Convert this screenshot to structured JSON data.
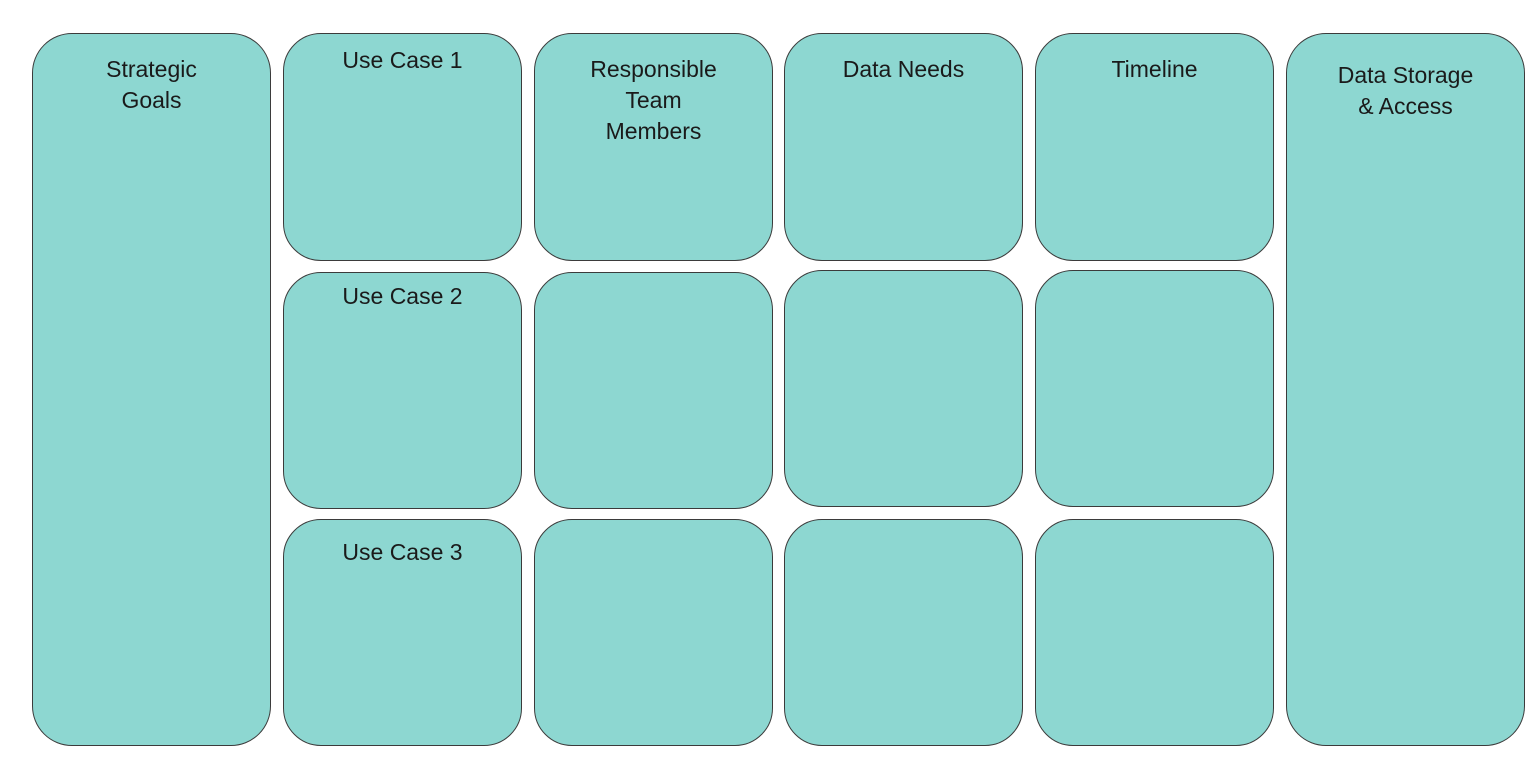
{
  "canvas": {
    "background": "#ffffff",
    "card_fill": "#8dd7d1",
    "card_border": "#3b3b3b"
  },
  "columns": {
    "strategic_goals": "Strategic\nGoals",
    "use_cases": [
      "Use Case 1",
      "Use Case 2",
      "Use Case 3"
    ],
    "responsible_team": "Responsible\nTeam\nMembers",
    "data_needs": "Data Needs",
    "timeline": "Timeline",
    "data_storage": "Data Storage\n& Access"
  }
}
